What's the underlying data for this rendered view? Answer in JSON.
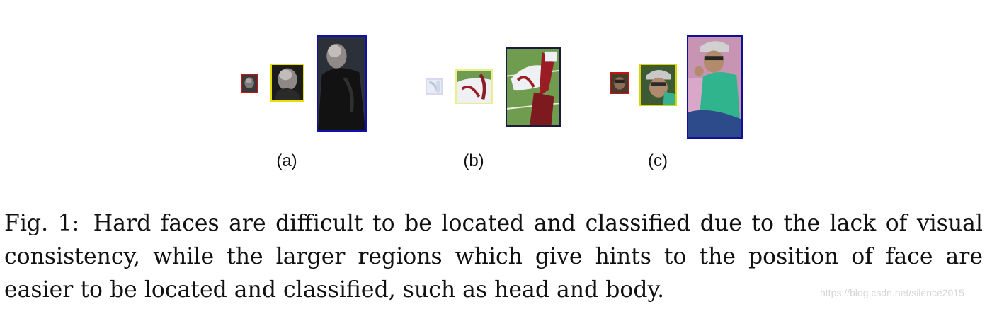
{
  "figure": {
    "groups": [
      {
        "label": "(a)",
        "crops": [
          {
            "name": "face-crop",
            "border": "#c41414"
          },
          {
            "name": "head-crop",
            "border": "#e5e000"
          },
          {
            "name": "body-crop",
            "border": "#1010b0"
          }
        ]
      },
      {
        "label": "(b)",
        "crops": [
          {
            "name": "face-crop",
            "border": "#d8d8f0"
          },
          {
            "name": "head-crop",
            "border": "#e9ef8a"
          },
          {
            "name": "body-crop",
            "border": "#1a1a40"
          }
        ]
      },
      {
        "label": "(c)",
        "crops": [
          {
            "name": "face-crop",
            "border": "#c41414"
          },
          {
            "name": "head-crop",
            "border": "#d8d800"
          },
          {
            "name": "body-crop",
            "border": "#101098"
          }
        ]
      }
    ]
  },
  "caption": {
    "label": "Fig. 1:",
    "text": "Hard faces are difficult to be located and classified due to the lack of visual consistency, while the larger regions which give hints to the position of face are easier to be located and classified, such as head and body."
  },
  "watermark": "https://blog.csdn.net/silence2015"
}
